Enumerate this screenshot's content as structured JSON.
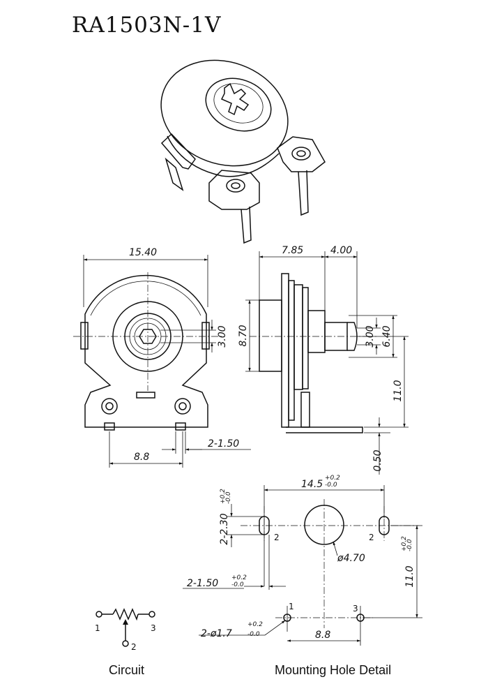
{
  "title": "RA1503N-1V",
  "front_view": {
    "width_dim": "15.40",
    "shaft_dim": "3.00",
    "pin_pitch_dim": "8.8",
    "pin_width_dim": "2-1.50"
  },
  "side_view": {
    "body_depth_dim": "7.85",
    "shaft_length_dim": "4.00",
    "body_height_dim": "8.70",
    "shaft_dia_dim": "3.00",
    "hub_dim": "6.40",
    "center_height_dim": "11.0",
    "offset_dim": "0.50"
  },
  "mounting": {
    "span_main": "14.5",
    "span_tol_upper": "+0.2",
    "span_tol_lower": "-0.0",
    "slot_length_main": "2-2.30",
    "slot_width_main": "2-1.50",
    "tol_upper": "+0.2",
    "tol_lower": "-0.0",
    "center_hole_dim": "ø4.70",
    "height_main": "11.0",
    "pin_hole_main": "2-ø1.7",
    "pin_pitch_dim": "8.8",
    "pin_label_2_left": "2",
    "pin_label_2_right": "2",
    "pin_label_1": "1",
    "pin_label_3": "3"
  },
  "circuit": {
    "terminal_1": "1",
    "terminal_2": "2",
    "terminal_3": "3"
  },
  "labels": {
    "circuit": "Circuit",
    "mounting": "Mounting Hole Detail"
  }
}
